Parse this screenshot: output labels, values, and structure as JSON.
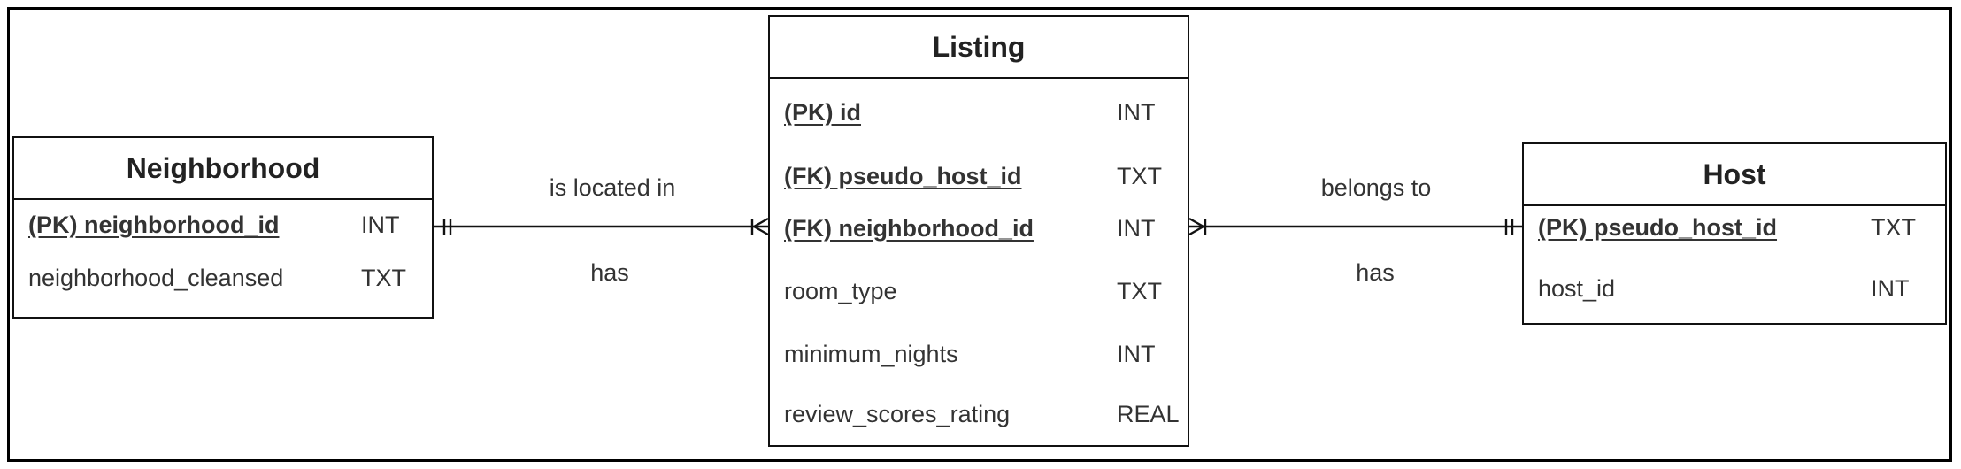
{
  "entities": {
    "neighborhood": {
      "title": "Neighborhood",
      "attributes": [
        {
          "name": "(PK) neighborhood_id",
          "type": "INT",
          "key": true
        },
        {
          "name": "neighborhood_cleansed",
          "type": "TXT",
          "key": false
        }
      ]
    },
    "listing": {
      "title": "Listing",
      "attributes": [
        {
          "name": "(PK) id",
          "type": "INT",
          "key": true
        },
        {
          "name": "(FK) pseudo_host_id",
          "type": "TXT",
          "key": true
        },
        {
          "name": "(FK) neighborhood_id",
          "type": "INT",
          "key": true
        },
        {
          "name": "room_type",
          "type": "TXT",
          "key": false
        },
        {
          "name": "minimum_nights",
          "type": "INT",
          "key": false
        },
        {
          "name": "review_scores_rating",
          "type": "REAL",
          "key": false
        }
      ]
    },
    "host": {
      "title": "Host",
      "attributes": [
        {
          "name": "(PK) pseudo_host_id",
          "type": "TXT",
          "key": true
        },
        {
          "name": "host_id",
          "type": "INT",
          "key": false
        }
      ]
    }
  },
  "relationships": {
    "neighborhood_listing": {
      "forward": "is located in",
      "reverse": "has",
      "cardinality": "one-and-only-one to many"
    },
    "listing_host": {
      "forward": "belongs to",
      "reverse": "has",
      "cardinality": "many to one-and-only-one"
    }
  }
}
